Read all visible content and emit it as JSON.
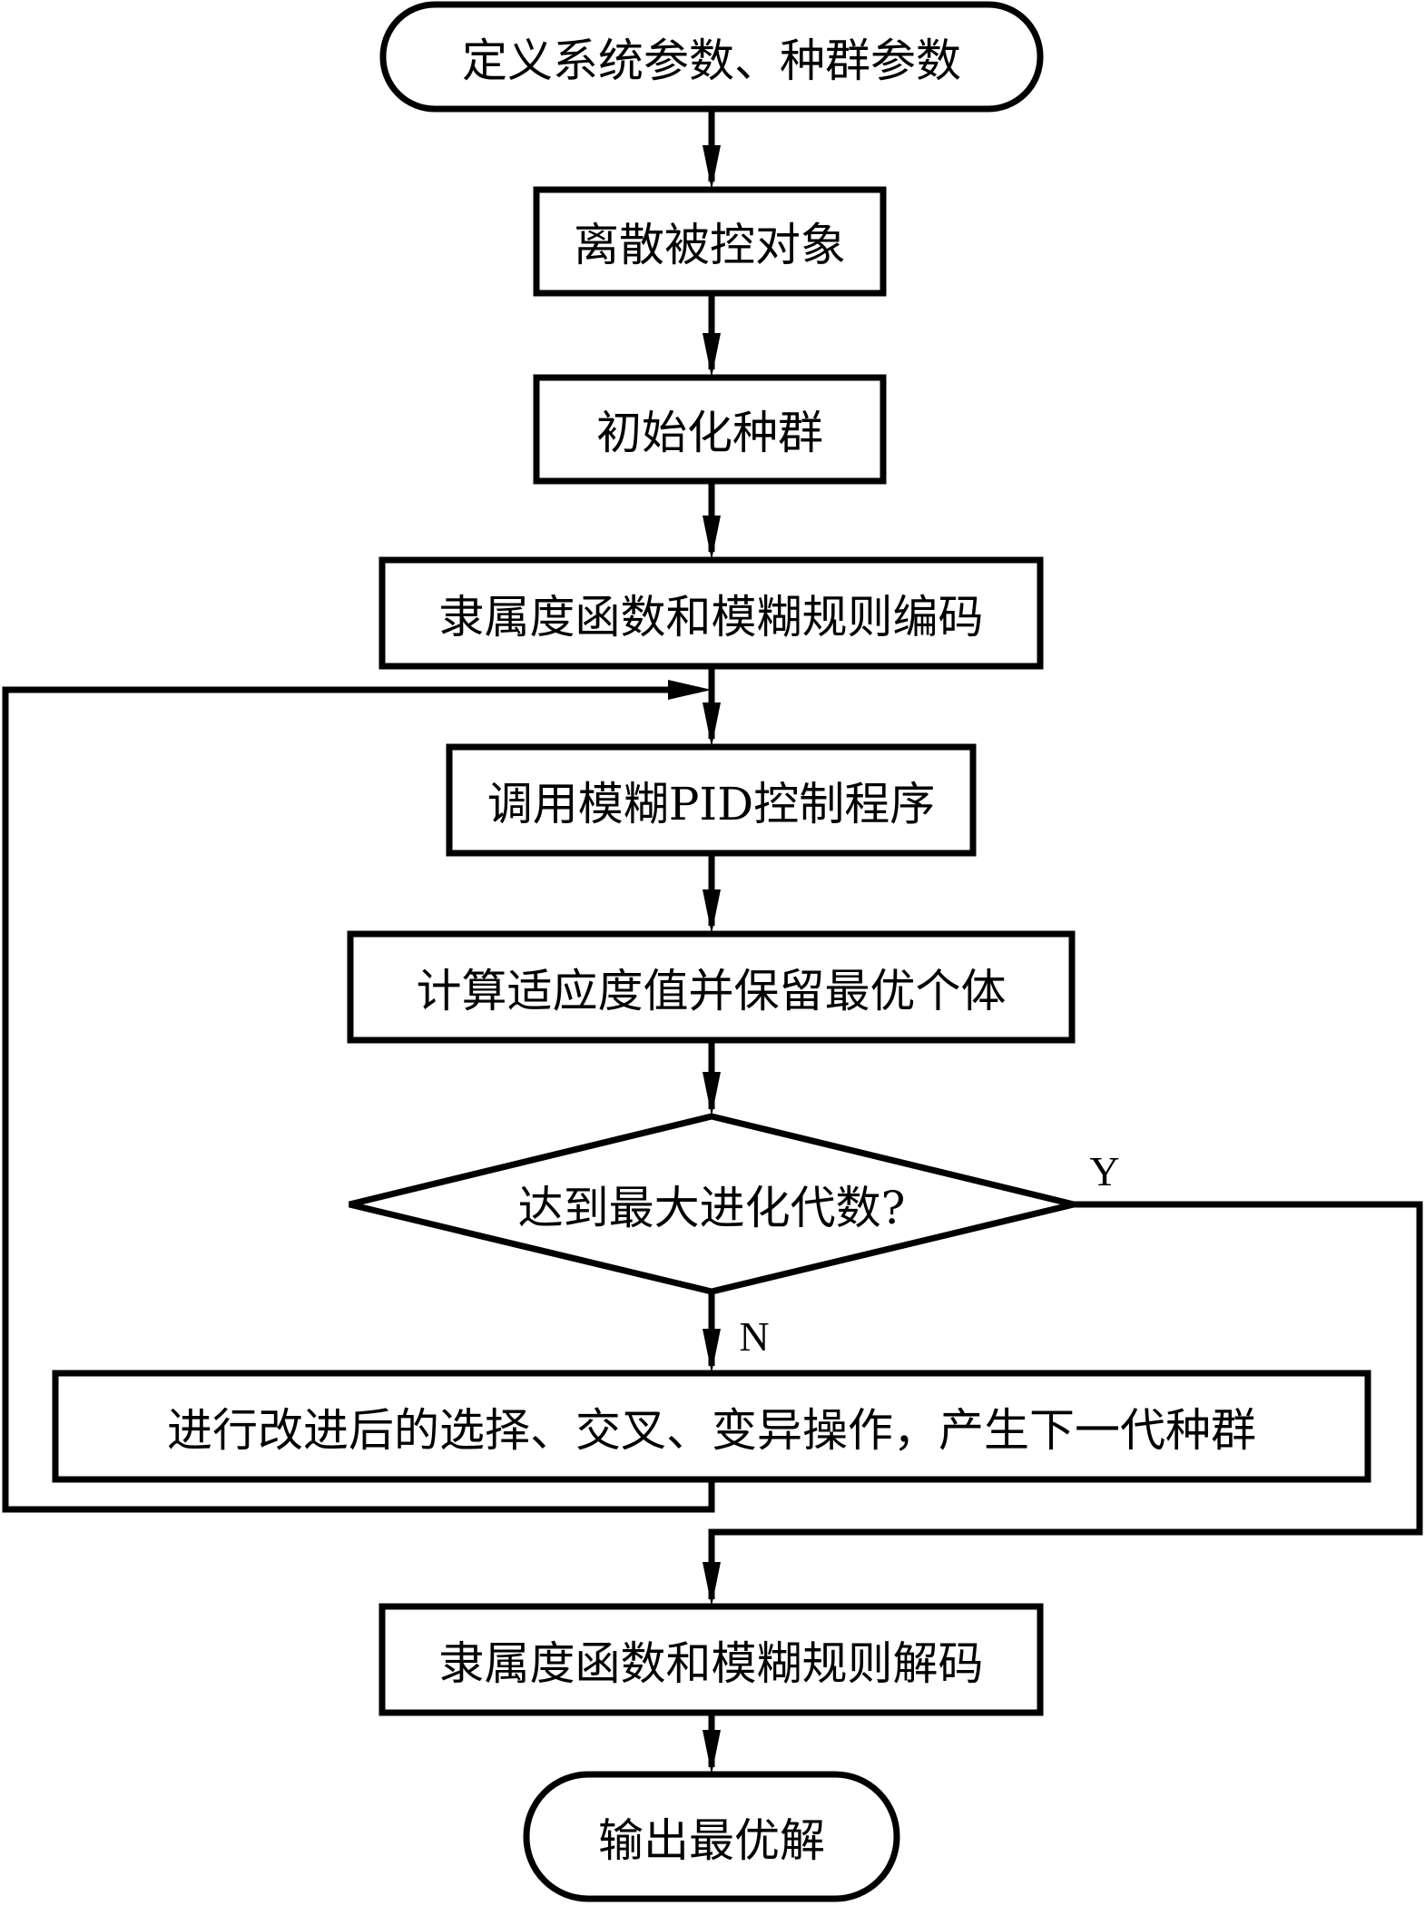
{
  "diagram": {
    "type": "flowchart",
    "nodes": [
      {
        "id": "start",
        "shape": "terminal",
        "text": "定义系统参数、种群参数"
      },
      {
        "id": "discretize",
        "shape": "process",
        "text": "离散被控对象"
      },
      {
        "id": "init",
        "shape": "process",
        "text": "初始化种群"
      },
      {
        "id": "encode",
        "shape": "process",
        "text": "隶属度函数和模糊规则编码"
      },
      {
        "id": "fuzzy_pid",
        "shape": "process",
        "text": "调用模糊PID控制程序"
      },
      {
        "id": "fitness",
        "shape": "process",
        "text": "计算适应度值并保留最优个体"
      },
      {
        "id": "decision",
        "shape": "decision",
        "text": "达到最大进化代数?"
      },
      {
        "id": "evolve",
        "shape": "process",
        "text": "进行改进后的选择、交叉、变异操作，产生下一代种群"
      },
      {
        "id": "decode",
        "shape": "process",
        "text": "隶属度函数和模糊规则解码"
      },
      {
        "id": "end",
        "shape": "terminal",
        "text": "输出最优解"
      }
    ],
    "edges": [
      {
        "from": "start",
        "to": "discretize",
        "label": ""
      },
      {
        "from": "discretize",
        "to": "init",
        "label": ""
      },
      {
        "from": "init",
        "to": "encode",
        "label": ""
      },
      {
        "from": "encode",
        "to": "fuzzy_pid",
        "label": ""
      },
      {
        "from": "fuzzy_pid",
        "to": "fitness",
        "label": ""
      },
      {
        "from": "fitness",
        "to": "decision",
        "label": ""
      },
      {
        "from": "decision",
        "to": "evolve",
        "label": "N"
      },
      {
        "from": "evolve",
        "to": "fuzzy_pid",
        "label": ""
      },
      {
        "from": "decision",
        "to": "decode",
        "label": "Y"
      },
      {
        "from": "decode",
        "to": "end",
        "label": ""
      }
    ],
    "labels": {
      "yes": "Y",
      "no": "N"
    }
  }
}
